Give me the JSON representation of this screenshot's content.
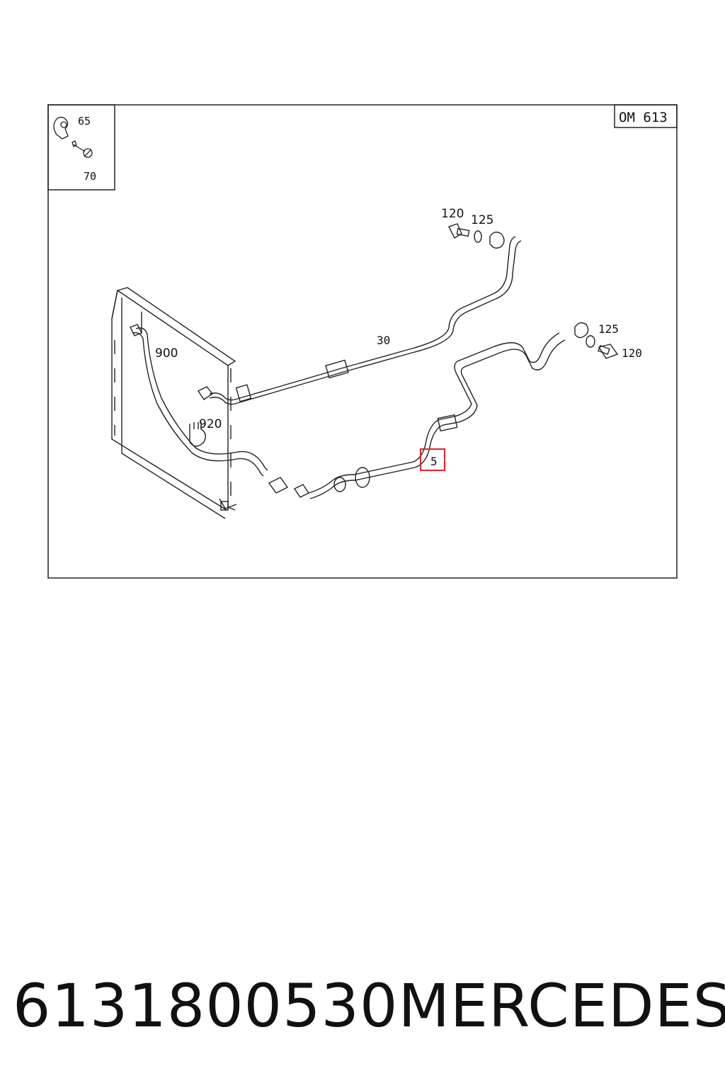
{
  "diagram": {
    "engine_code": "OM 613",
    "inset_labels": [
      "65",
      "70"
    ],
    "callouts": {
      "c120_top": "120",
      "c125_top": "125",
      "c30": "30",
      "c125_right": "125",
      "c120_right": "120",
      "c900": "900",
      "c920": "920",
      "c5": "5"
    },
    "highlight_color": "#d9262c"
  },
  "footer": {
    "part_number": "6131800530",
    "brand": "MERCEDES"
  }
}
